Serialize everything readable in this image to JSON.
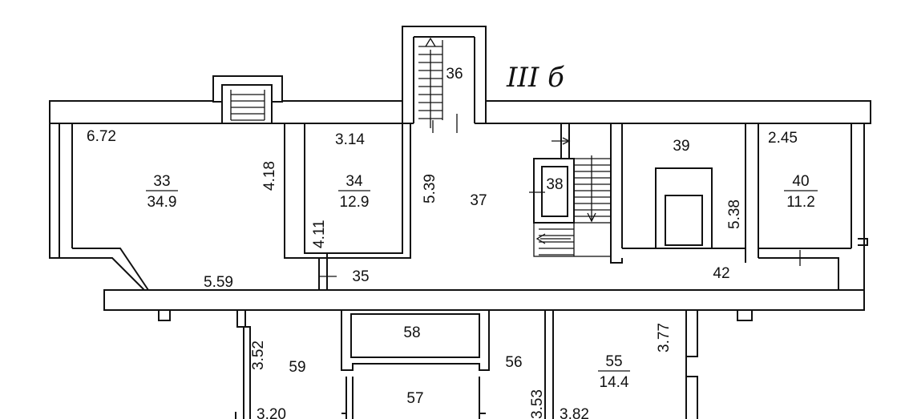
{
  "annotation": {
    "handwritten_note": "III б"
  },
  "rooms": [
    {
      "id": "33",
      "number": "33",
      "area": "34.9"
    },
    {
      "id": "34",
      "number": "34",
      "area": "12.9"
    },
    {
      "id": "35",
      "number": "35"
    },
    {
      "id": "36",
      "number": "36"
    },
    {
      "id": "37",
      "number": "37"
    },
    {
      "id": "38",
      "number": "38"
    },
    {
      "id": "39",
      "number": "39"
    },
    {
      "id": "40",
      "number": "40",
      "area": "11.2"
    },
    {
      "id": "42",
      "number": "42"
    },
    {
      "id": "55",
      "number": "55",
      "area": "14.4"
    },
    {
      "id": "56",
      "number": "56"
    },
    {
      "id": "57",
      "number": "57"
    },
    {
      "id": "58",
      "number": "58"
    },
    {
      "id": "59",
      "number": "59"
    }
  ],
  "dimensions": {
    "d_6_72": "6.72",
    "d_4_18": "4.18",
    "d_5_59": "5.59",
    "d_3_14": "3.14",
    "d_4_11": "4.11",
    "d_5_39": "5.39",
    "d_2_45": "2.45",
    "d_5_38": "5.38",
    "d_3_52": "3.52",
    "d_3_20": "3.20",
    "d_3_53": "3.53",
    "d_3_82": "3.82",
    "d_3_77": "3.77"
  }
}
